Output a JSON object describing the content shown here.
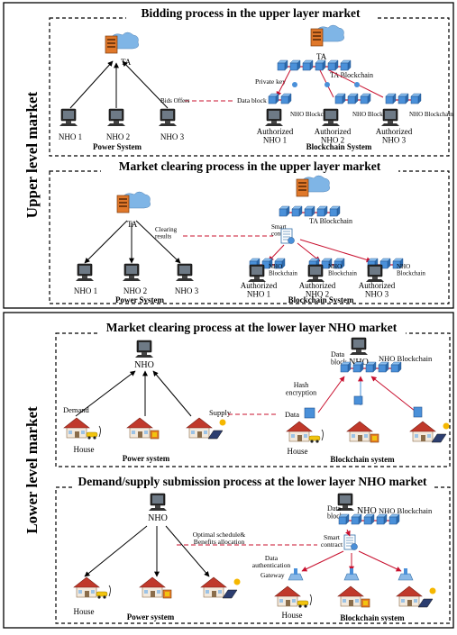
{
  "upper": {
    "side_label": "Upper level market",
    "bidding": {
      "title": "Bidding process in the upper layer market",
      "ps": {
        "ta": "TA",
        "nho1": "NHO 1",
        "nho2": "NHO 2",
        "nho3": "NHO 3",
        "label": "Power System"
      },
      "link": "Bids Offers",
      "bc": {
        "ta": "TA",
        "ta_chain": "TA Blockchain",
        "private_key": "Private key",
        "data_block": "Data block",
        "nho_chain_1": "NHO Blockchain",
        "nho_chain_2": "NHO Blockchain",
        "nho_chain_3": "NHO Blockchain",
        "auth1": "Authorized NHO 1",
        "auth2": "Authorized NHO 2",
        "auth3": "Authorized NHO 3",
        "label": "Blockchain System"
      }
    },
    "clearing": {
      "title": "Market clearing process in the upper layer market",
      "ps": {
        "ta": "TA",
        "nho1": "NHO 1",
        "nho2": "NHO 2",
        "nho3": "NHO 3",
        "label": "Power System"
      },
      "link": "Clearing results",
      "bc": {
        "ta_chain": "TA Blockchain",
        "smart_contract": "Smart contract",
        "nho_chain_1": "NHO Blockchain",
        "nho_chain_2": "NHO Blockchain",
        "nho_chain_3": "NHO Blockchain",
        "auth1": "Authorized NHO 1",
        "auth2": "Authorized NHO 2",
        "auth3": "Authorized NHO 3",
        "label": "Blockchain System"
      }
    }
  },
  "lower": {
    "side_label": "Lower level market",
    "clearing": {
      "title": "Market clearing process at the lower layer NHO market",
      "ps": {
        "nho": "NHO",
        "demand": "Demand",
        "supply": "Supply",
        "house": "House",
        "label": "Power system"
      },
      "bc": {
        "nho": "NHO",
        "data_block": "Data block",
        "nho_chain": "NHO Blockchain",
        "hash": "Hash encryption",
        "data": "Data",
        "house": "House",
        "label": "Blockchain system"
      }
    },
    "submission": {
      "title": "Demand/supply submission process at the lower layer NHO market",
      "ps": {
        "nho": "NHO",
        "house": "House",
        "label": "Power system"
      },
      "link": "Optimal schedule& Benefits allocation",
      "bc": {
        "nho": "NHO",
        "data_block": "Data block",
        "nho_chain": "NHO Blockchain",
        "smart_contract": "Smart contract",
        "data_auth": "Data authentication",
        "gateway": "Gateway",
        "house": "House",
        "label": "Blockchain system"
      }
    }
  },
  "colors": {
    "block": "#4a90d9",
    "block_edge": "#1f4f8a",
    "chain": "#c8102e",
    "server": "#e0782a",
    "cloud": "#7fb5e6",
    "roof": "#c0392b"
  }
}
